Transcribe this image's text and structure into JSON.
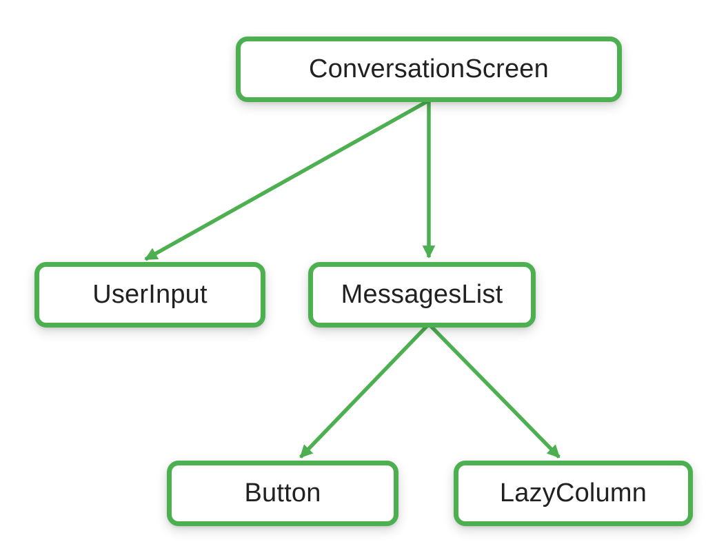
{
  "diagram": {
    "type": "tree",
    "nodes": [
      {
        "id": "conversation-screen",
        "label": "ConversationScreen"
      },
      {
        "id": "user-input",
        "label": "UserInput"
      },
      {
        "id": "messages-list",
        "label": "MessagesList"
      },
      {
        "id": "button",
        "label": "Button"
      },
      {
        "id": "lazy-column",
        "label": "LazyColumn"
      }
    ],
    "edges": [
      {
        "from": "ConversationScreen",
        "to": "UserInput"
      },
      {
        "from": "ConversationScreen",
        "to": "MessagesList"
      },
      {
        "from": "MessagesList",
        "to": "Button"
      },
      {
        "from": "MessagesList",
        "to": "LazyColumn"
      }
    ],
    "colors": {
      "accent_green": "#4CAF50",
      "label_text": "#212121",
      "background": "#FFFFFF"
    }
  }
}
